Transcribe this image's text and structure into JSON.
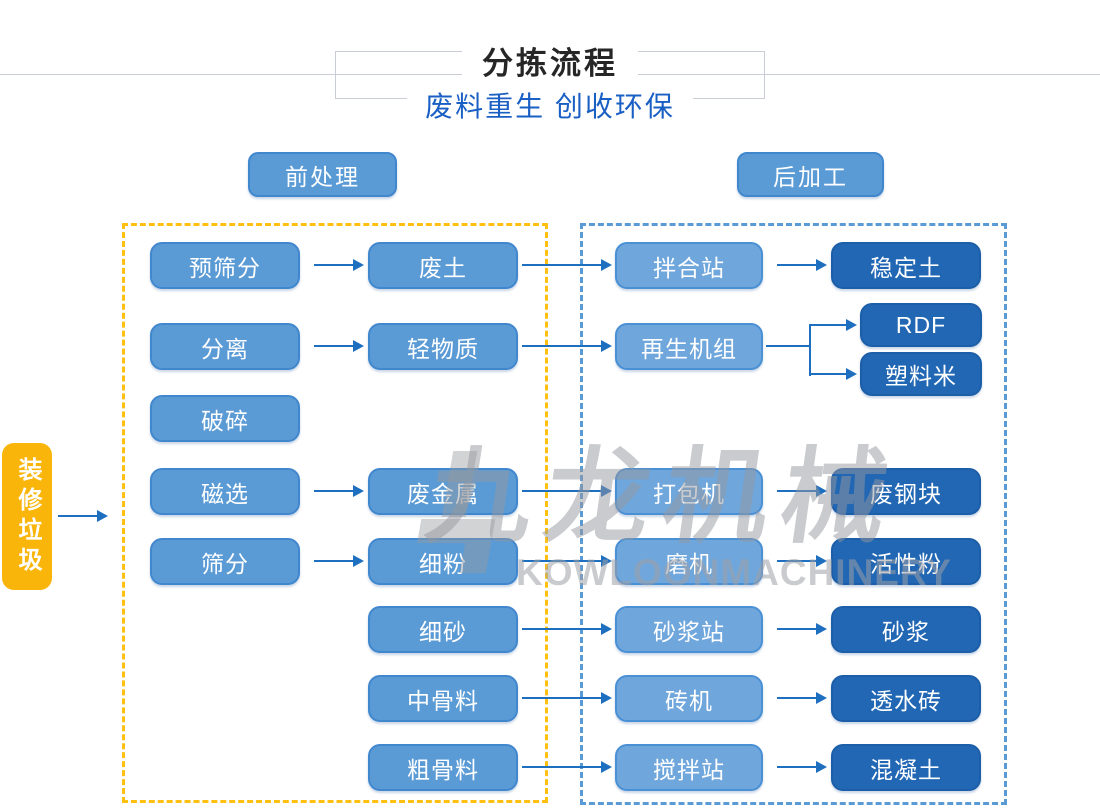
{
  "header": {
    "title": "分拣流程",
    "subtitle": "废料重生 创收环保"
  },
  "sections": {
    "pre": "前处理",
    "post": "后加工"
  },
  "source": {
    "label": "装修垃圾"
  },
  "watermark": {
    "cn": "九龙机械",
    "en": "KOWLOONMACHINERY"
  },
  "colors": {
    "node_medium": "#5b9bd5",
    "node_light": "#6fa6dc",
    "node_dark": "#2167b4",
    "arrow": "#1e6fc0",
    "pre_container_dash": "#ffc011",
    "post_container_dash": "#5b9bd5",
    "source_bg": "#f9b509",
    "subtitle_text": "#1a5fc4",
    "title_text": "#262626"
  },
  "flow": {
    "rows": [
      {
        "step": "预筛分",
        "output": "废土",
        "processor": "拌合站",
        "products": [
          "稳定土"
        ]
      },
      {
        "step": "分离",
        "output": "轻物质",
        "processor": "再生机组",
        "products": [
          "RDF",
          "塑料米"
        ]
      },
      {
        "step": "破碎",
        "output": null,
        "processor": null,
        "products": []
      },
      {
        "step": "磁选",
        "output": "废金属",
        "processor": "打包机",
        "products": [
          "废钢块"
        ]
      },
      {
        "step": "筛分",
        "output": "细粉",
        "processor": "磨机",
        "products": [
          "活性粉"
        ]
      },
      {
        "step": null,
        "output": "细砂",
        "processor": "砂浆站",
        "products": [
          "砂浆"
        ]
      },
      {
        "step": null,
        "output": "中骨料",
        "processor": "砖机",
        "products": [
          "透水砖"
        ]
      },
      {
        "step": null,
        "output": "粗骨料",
        "processor": "搅拌站",
        "products": [
          "混凝土"
        ]
      }
    ]
  }
}
